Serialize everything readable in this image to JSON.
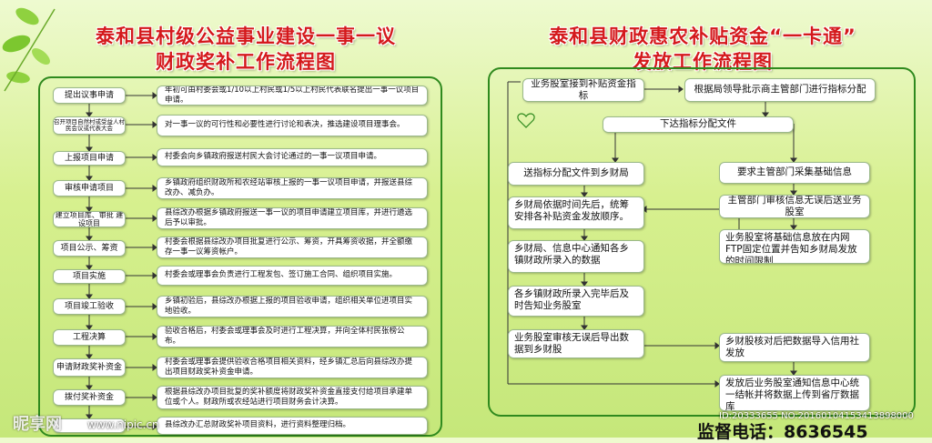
{
  "left": {
    "title_line1": "泰和县村级公益事业建设一事一议",
    "title_line2": "财政奖补工作流程图",
    "steps": [
      {
        "label": "提出议事申请",
        "desc": "年初可由村委会或1/10以上村民或1/5以上村民代表联名提出一事一议项目申请。"
      },
      {
        "label": "召开项目自然村或受益人村民会议或代表大会",
        "desc": "对一事一议的可行性和必要性进行讨论和表决，推选建设项目理事会。"
      },
      {
        "label": "上报项目申请",
        "desc": "村委会向乡镇政府报送村民大会讨论通过的一事一议项目申请。"
      },
      {
        "label": "审核申请项目",
        "desc": "乡镇政府组织财政所和农经站审核上报的一事一议项目申请，并报送县综改办、减负办。"
      },
      {
        "label": "建立项目库、审批 建设项目",
        "desc": "县综改办根据乡镇政府报送一事一议的项目申请建立项目库，并进行遴选后予以审批。"
      },
      {
        "label": "项目公示、筹资",
        "desc": "村委会根据县综改办项目批复进行公示、筹资，开具筹资收据，并全额缴存一事一议筹资帐户。"
      },
      {
        "label": "项目实施",
        "desc": "村委会或理事会负责进行工程发包、签订施工合同、组织项目实施。"
      },
      {
        "label": "项目竣工验收",
        "desc": "乡镇初验后，县综改办根据上报的项目验收申请，组织相关单位进项目实地验收。"
      },
      {
        "label": "工程决算",
        "desc": "验收合格后，村委会或理事会及时进行工程决算，并向全体村民张榜公布。"
      },
      {
        "label": "申请财政奖补资金",
        "desc": "村委会或理事会提供验收合格项目相关资料，经乡镇汇总后向县综改办提出项目财政奖补资金申请。"
      },
      {
        "label": "拨付奖补资金",
        "desc": "根据县综改办项目批复的奖补额度将财政奖补资金直接支付给项目承建单位或个人。财政所或农经站进行项目财务会计决算。"
      },
      {
        "label": "",
        "desc": "县综改办汇总财政奖补项目资料，进行资料整理归档。"
      }
    ]
  },
  "right": {
    "title_line1": "泰和县财政惠农补贴资金“一卡通”",
    "title_line2": "发放工作流程图",
    "boxes": {
      "a": "业务股室接到补贴资金指标",
      "b": "根据局领导批示商主管部门进行指标分配",
      "c": "下达指标分配文件",
      "d": "送指标分配文件到乡财局",
      "e": "要求主管部门采集基础信息",
      "f": "乡财局依据时间先后，统筹安排各补贴资金发放顺序。",
      "g": "主管部门审核信息无误后送业务股室",
      "h": "业务股室将基础信息放在内网FTP固定位置并告知乡财局发放的时间限制",
      "i": "乡财局、信息中心通知各乡镇财政所录入的数据",
      "j": "各乡镇财政所录入完毕后及时告知业务股室",
      "k": "业务股室审核无误后导出数据到乡财股",
      "l": "乡财股核对后把数据导入信用社发放",
      "m": "发放后业务股室通知信息中心统一结帐并将数据上传到省厅数据库"
    },
    "footer": "监督电话：8636545"
  },
  "watermark": {
    "logo": "昵享网",
    "url": "www.nipic.cn",
    "id": "ID:20333655 NO:20160104153413898000"
  }
}
